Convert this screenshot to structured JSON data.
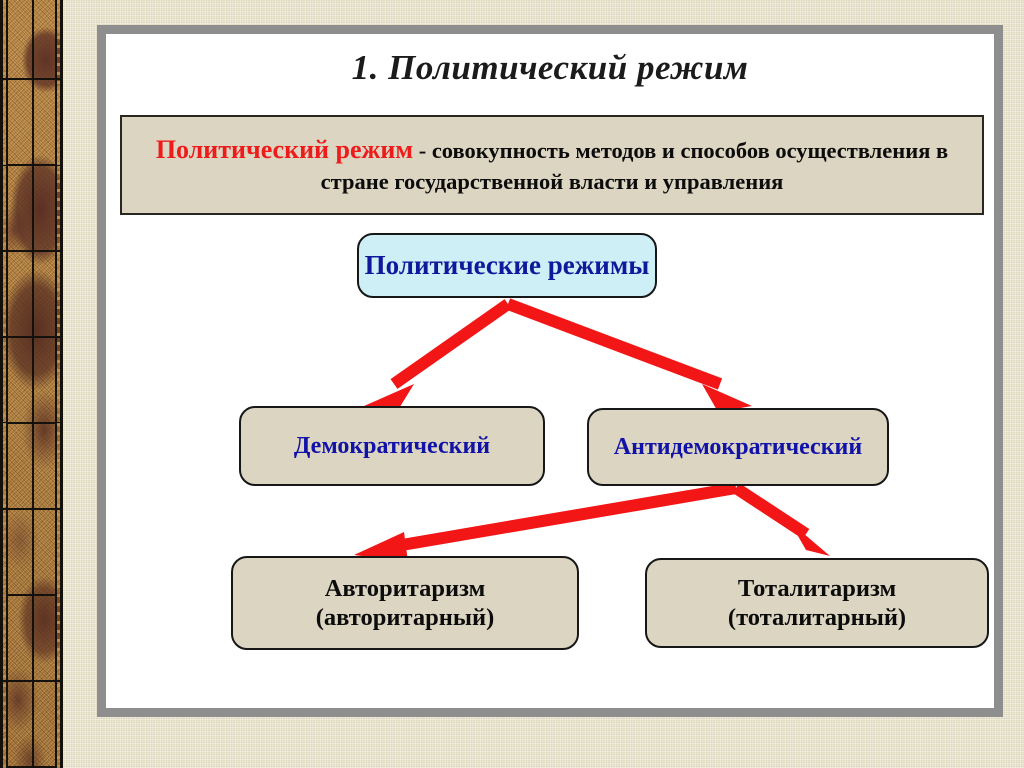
{
  "slide": {
    "title": "1. Политический режим",
    "definition": {
      "term": "Политический режим",
      "body": " - совокупность методов и способов осуществления в стране государственной власти и управления"
    },
    "accent_colors": {
      "term_red": "#ee1b1b",
      "arrow_red": "#f31616",
      "node_blue_text": "#1112a8",
      "root_fill": "#ceeff6",
      "node_fill": "#dcd5c2",
      "panel_frame": "#8e8e8e",
      "page_background": "#e9e3c9"
    },
    "diagram": {
      "root": {
        "label": "Политические режимы"
      },
      "level2": [
        {
          "label": "Демократический"
        },
        {
          "label": "Антидемократический"
        }
      ],
      "level3": [
        {
          "line1": "Авторитаризм",
          "line2": "(авторитарный)"
        },
        {
          "line1": "Тоталитаризм",
          "line2": "(тоталитарный)"
        }
      ],
      "arrows": [
        {
          "name": "arrow-root-to-democratic",
          "from": "root",
          "to": "democratic"
        },
        {
          "name": "arrow-root-to-antidemocratic",
          "from": "root",
          "to": "antidemocratic"
        },
        {
          "name": "arrow-antidemocratic-to-authoritarian",
          "from": "antidemocratic",
          "to": "authoritarian"
        },
        {
          "name": "arrow-antidemocratic-to-totalitarian",
          "from": "antidemocratic",
          "to": "totalitarian"
        }
      ]
    },
    "ornament": {
      "name": "decorative-border-strip"
    }
  }
}
